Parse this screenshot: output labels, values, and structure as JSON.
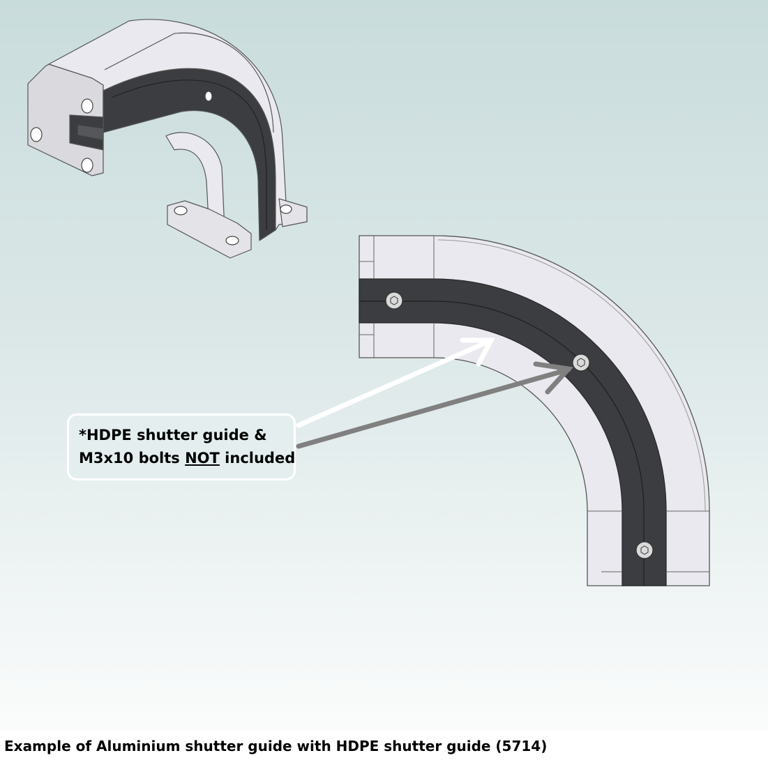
{
  "callout": {
    "line1": "*HDPE shutter guide &",
    "line2_prefix": "M3x10 bolts ",
    "line2_emph": "NOT",
    "line2_suffix": " included"
  },
  "caption": "Example of Aluminium shutter guide with HDPE shutter guide (5714)",
  "colors": {
    "aluminium": "#e9e9ef",
    "aluminium_edge": "#555555",
    "hdpe": "#3b3d40",
    "arrow_white": "#ffffff",
    "arrow_grey": "#808080"
  }
}
